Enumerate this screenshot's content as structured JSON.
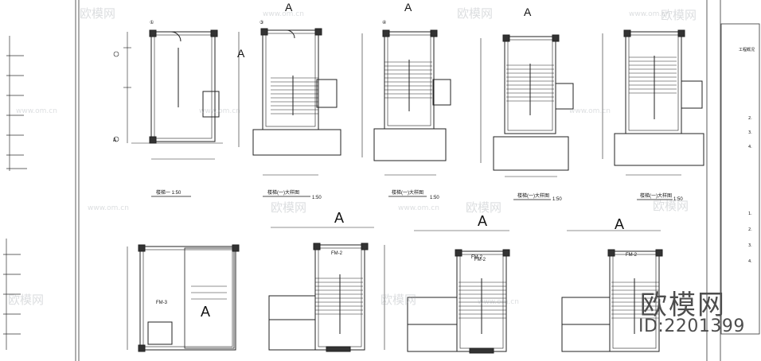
{
  "drawing": {
    "top_titles": [
      "楼梯一 1:50",
      "楼梯(一)大样图",
      "楼梯(一)大样图",
      "楼梯(一)大样图",
      "楼梯(一)大样图"
    ],
    "top_scales": [
      "",
      "1:50",
      "1:50",
      "1:50",
      "1:50"
    ],
    "top_marks": [
      "A",
      "A",
      "A",
      "A"
    ],
    "bottom_mark": "A",
    "bottom_labels": [
      "FM-3",
      "FM-2",
      "FM-2",
      "FM-2",
      "FM-2"
    ],
    "axis_marks": [
      "①",
      "③",
      "④",
      "A"
    ],
    "right_panel_items": [
      "工程概况",
      "2.",
      "3.",
      "4.",
      "1.",
      "2.",
      "3.",
      "4."
    ]
  },
  "watermarks": {
    "brand_text": "欧模网",
    "url_text": "www.om.cn"
  },
  "brand": {
    "name": "欧模网",
    "id_label": "ID:2201399"
  }
}
